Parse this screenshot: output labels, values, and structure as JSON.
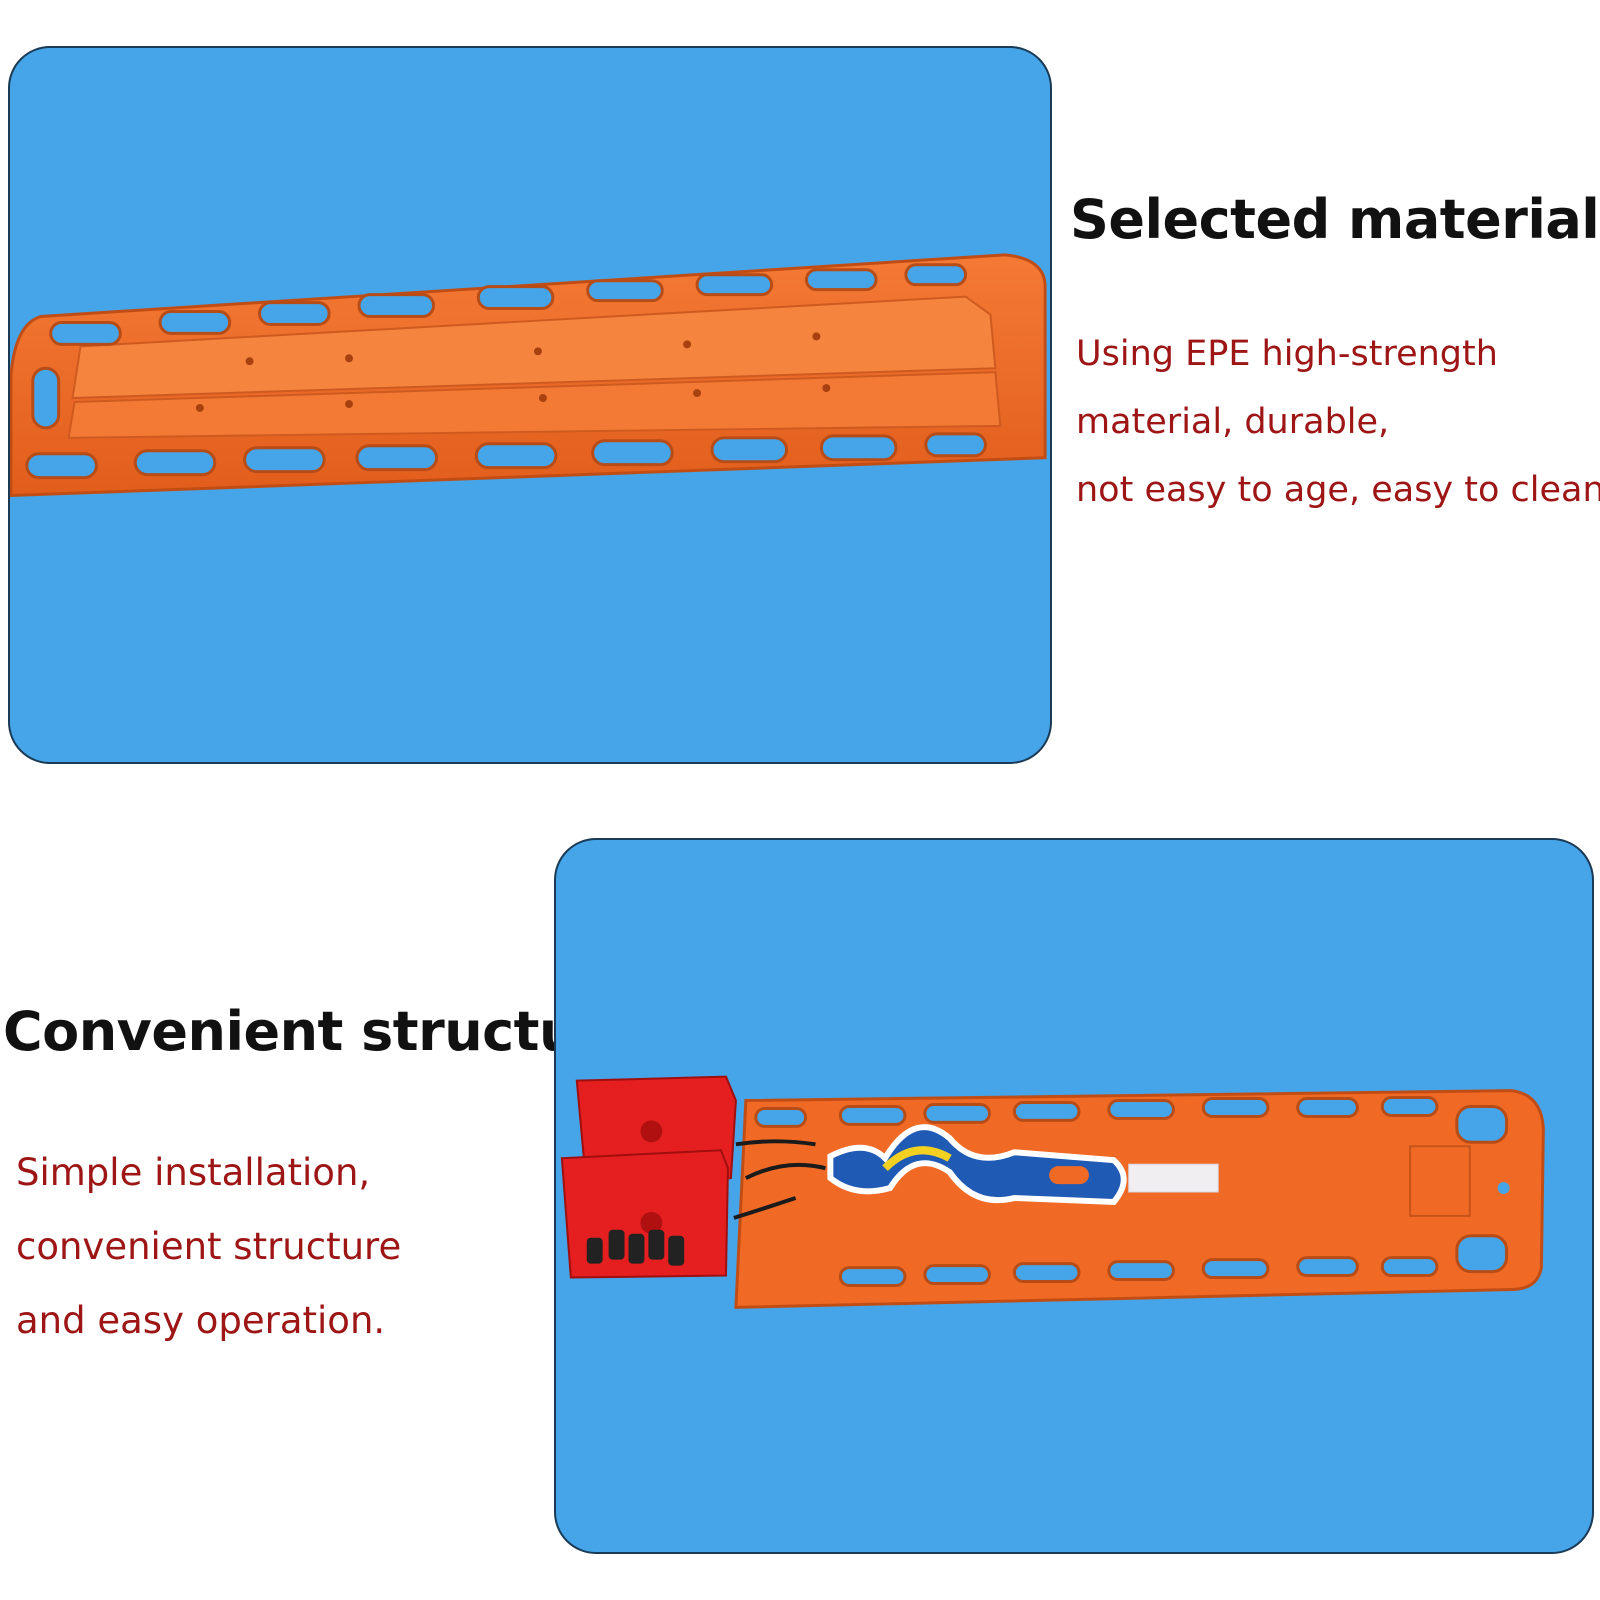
{
  "sections": [
    {
      "heading": "Selected materials",
      "lines": [
        "Using EPE high-strength",
        "material, durable,",
        "not easy to age, easy to clean."
      ],
      "image": "orange-spine-board-on-blue-background"
    },
    {
      "heading": "Convenient structure",
      "lines": [
        "Simple installation,",
        "convenient structure",
        "and easy operation."
      ],
      "image": "spine-board-with-head-immobilizer-and-straps"
    }
  ],
  "colors": {
    "panel_background": "#45a5e8",
    "board_orange": "#f06a25",
    "heading": "#111111",
    "description": "#9e1515"
  }
}
